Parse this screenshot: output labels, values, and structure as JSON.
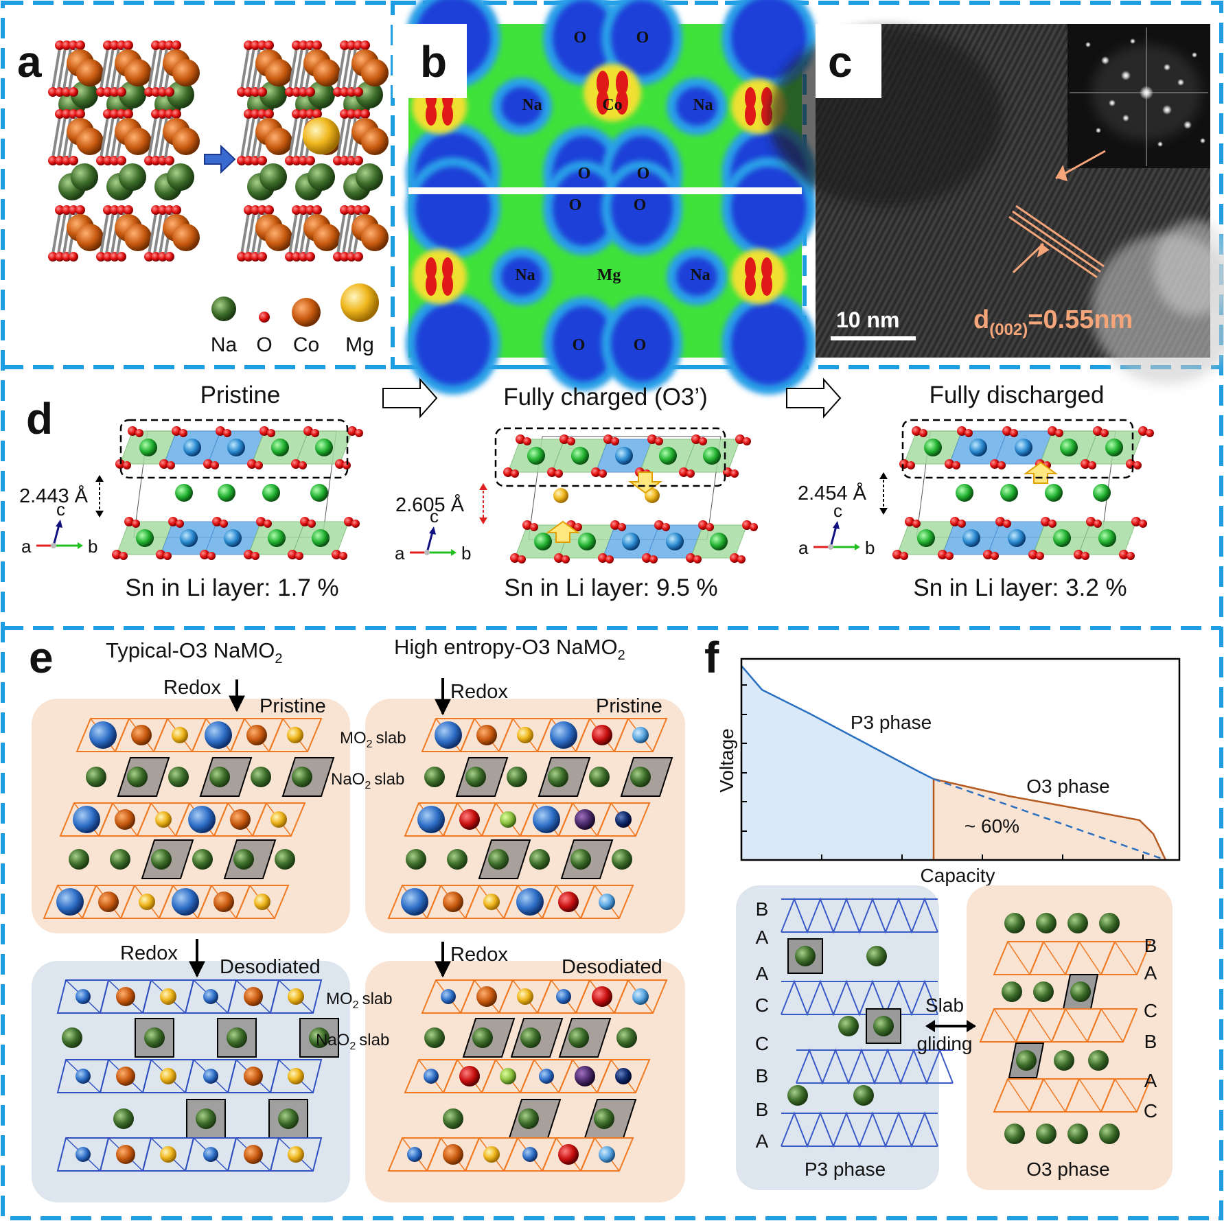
{
  "panel_letters": {
    "a": "a",
    "b": "b",
    "c": "c",
    "d": "d",
    "e": "e",
    "f": "f"
  },
  "legend_a": {
    "na": "Na",
    "o": "O",
    "co": "Co",
    "mg": "Mg"
  },
  "panel_b": {
    "top_labels": {
      "o1": "O",
      "o2": "O",
      "o3": "O",
      "o4": "O",
      "na1": "Na",
      "co": "Co",
      "na2": "Na"
    },
    "bottom_labels": {
      "o1": "O",
      "o2": "O",
      "o3": "O",
      "o4": "O",
      "na1": "Na",
      "mg": "Mg",
      "na2": "Na"
    }
  },
  "panel_c": {
    "scale_bar": "10 nm",
    "d_spacing_main": "d",
    "d_spacing_sub": "(002)",
    "d_spacing_value": "=0.55nm"
  },
  "panel_d": {
    "stages": [
      {
        "title": "Pristine",
        "spacing": "2.443 Å",
        "sn": "Sn in Li layer: 1.7 %"
      },
      {
        "title": "Fully charged (O3’)",
        "spacing": "2.605 Å",
        "sn": "Sn in Li layer: 9.5 %"
      },
      {
        "title": "Fully discharged",
        "spacing": "2.454 Å",
        "sn": "Sn in Li layer: 3.2 %"
      }
    ],
    "axes": {
      "a": "a",
      "b": "b",
      "c": "c"
    }
  },
  "panel_e": {
    "title_left": "Typical-O3 NaMO",
    "title_right": "High entropy-O3 NaMO",
    "title_sub": "2",
    "redox": "Redox",
    "pristine": "Pristine",
    "desodiated": "Desodiated",
    "mo2_slab_a": "MO",
    "mo2_slab_b": "slab",
    "nao2_slab_a": "NaO",
    "nao2_slab_b": "slab",
    "sub2": "2"
  },
  "panel_f": {
    "y_label": "Voltage",
    "x_label": "Capacity",
    "p3_label": "P3 phase",
    "o3_label": "O3 phase",
    "percent": "~ 60%",
    "slab1": "Slab",
    "slab2": "gliding",
    "p3_caption": "P3 phase",
    "o3_caption": "O3 phase",
    "p3_stack": [
      "B",
      "A",
      "A",
      "C",
      "C",
      "B",
      "B",
      "A"
    ],
    "o3_stack": [
      "B",
      "A",
      "C",
      "B",
      "A",
      "C"
    ]
  },
  "colors": {
    "dash_border": "#1e9ee0",
    "na": "#3d6e2a",
    "o": "#e01010",
    "co": "#c85a10",
    "mg": "#f0b820",
    "p3_fill": "#dae9f7",
    "o3_fill": "#f9e3d3"
  }
}
